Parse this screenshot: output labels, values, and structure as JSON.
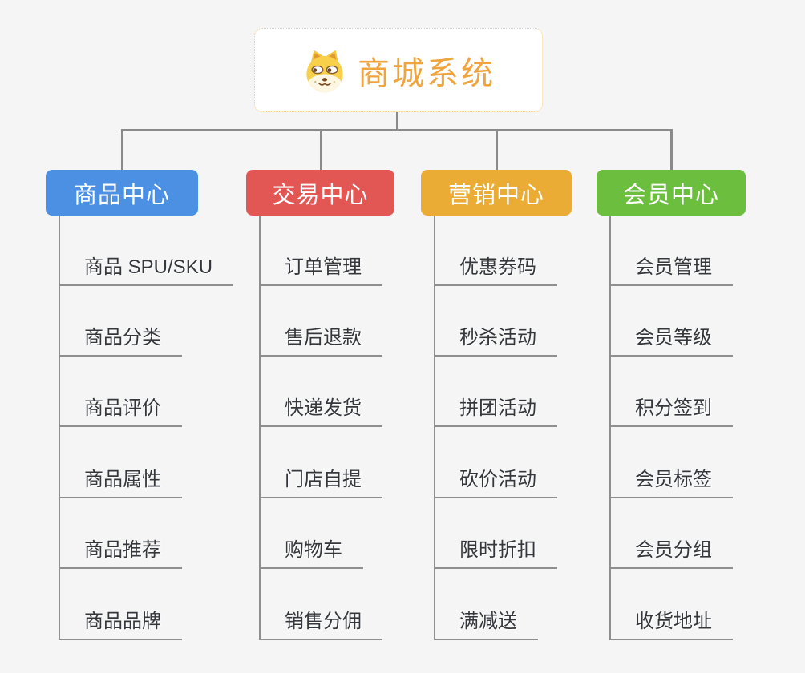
{
  "app": {
    "background": "#f5f5f5",
    "connector_color": "#8a8a8a",
    "underline_color": "#8e8e8e"
  },
  "root": {
    "title": "商城系统",
    "icon": "dog-face-icon",
    "title_color": "#f0a43e",
    "border_color": "#f6cc83"
  },
  "branches": [
    {
      "id": "product-center",
      "label": "商品中心",
      "color": "#4b90e2",
      "children": [
        "商品 SPU/SKU",
        "商品分类",
        "商品评价",
        "商品属性",
        "商品推荐",
        "商品品牌"
      ]
    },
    {
      "id": "trade-center",
      "label": "交易中心",
      "color": "#e25653",
      "children": [
        "订单管理",
        "售后退款",
        "快递发货",
        "门店自提",
        "购物车",
        "销售分佣"
      ]
    },
    {
      "id": "marketing-center",
      "label": "营销中心",
      "color": "#ebac35",
      "children": [
        "优惠券码",
        "秒杀活动",
        "拼团活动",
        "砍价活动",
        "限时折扣",
        "满减送"
      ]
    },
    {
      "id": "member-center",
      "label": "会员中心",
      "color": "#6cbe3f",
      "children": [
        "会员管理",
        "会员等级",
        "积分签到",
        "会员标签",
        "会员分组",
        "收货地址"
      ]
    }
  ]
}
